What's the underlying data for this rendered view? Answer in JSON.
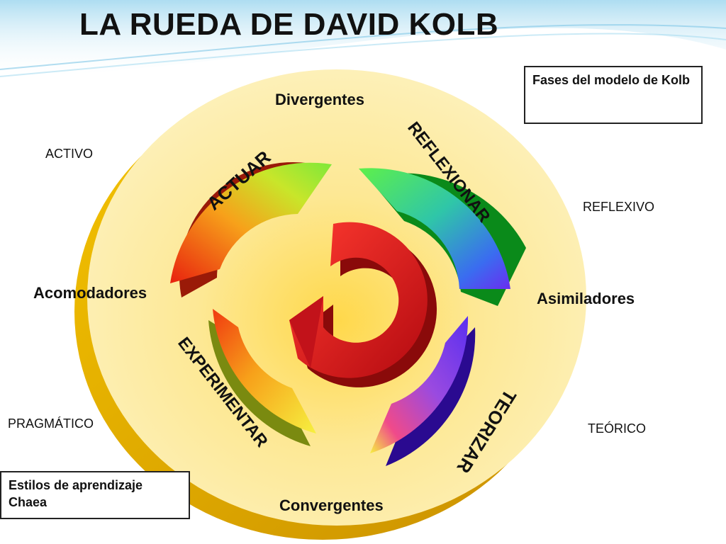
{
  "title": "LA RUEDA DE DAVID KOLB",
  "phases_box": "Fases del modelo de Kolb",
  "styles_box": "Estilos de aprendizaje Chaea",
  "profiles": {
    "divergentes": "Divergentes",
    "asimiladores": "Asimiladores",
    "convergentes": "Convergentes",
    "acomodadores": "Acomodadores"
  },
  "styles": {
    "activo": "ACTIVO",
    "reflexivo": "REFLEXIVO",
    "teorico": "TEÓRICO",
    "pragmatico": "PRAGMÁTICO"
  },
  "phases": {
    "actuar": "ACTUAR",
    "reflexionar": "REFLEXIONAR",
    "teorizar": "TEORIZAR",
    "experimentar": "EXPERIMENTAR"
  },
  "colors": {
    "disc": "#fdeea0",
    "disc_edge": "#e8b100",
    "sky": "#bfe6f5",
    "center_arrow": "#d8151c"
  }
}
